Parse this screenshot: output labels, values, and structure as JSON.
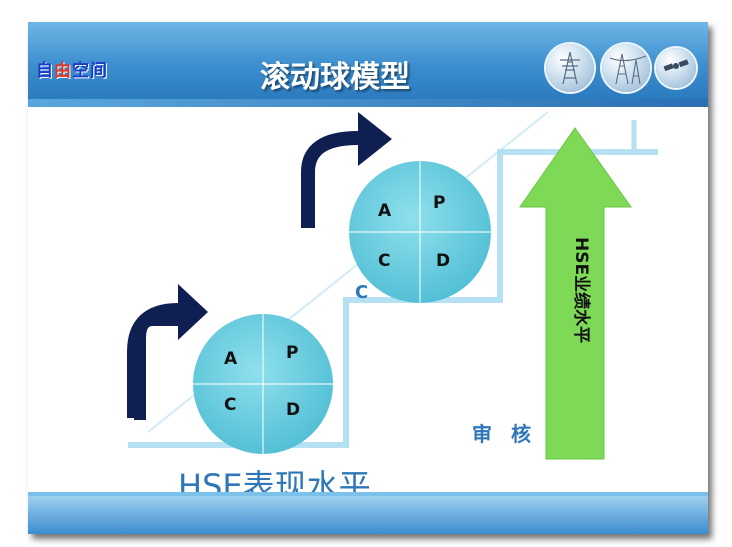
{
  "header": {
    "logo": [
      "自",
      "由",
      "空",
      "间"
    ],
    "logo_colors": [
      "#1a3cc9",
      "#d43b2a",
      "#1a3cc9",
      "#1a3cc9"
    ],
    "title": "滚动球模型"
  },
  "diagram": {
    "ball_upper": {
      "a": "A",
      "p": "P",
      "c": "C",
      "d": "D"
    },
    "ball_lower": {
      "a": "A",
      "p": "P",
      "c": "C",
      "d": "D"
    },
    "overlap_label": "C",
    "bottom_label": "HSE表现水平",
    "audit_label": "审 核",
    "performance_label": "HSE业绩水平"
  },
  "colors": {
    "header": "#3d8fcf",
    "ball": "#5cc7db",
    "step_line": "#b6e1f2",
    "arrow_dark": "#0f1f52",
    "arrow_green": "#7ed957",
    "text_blue": "#2f77b8"
  }
}
